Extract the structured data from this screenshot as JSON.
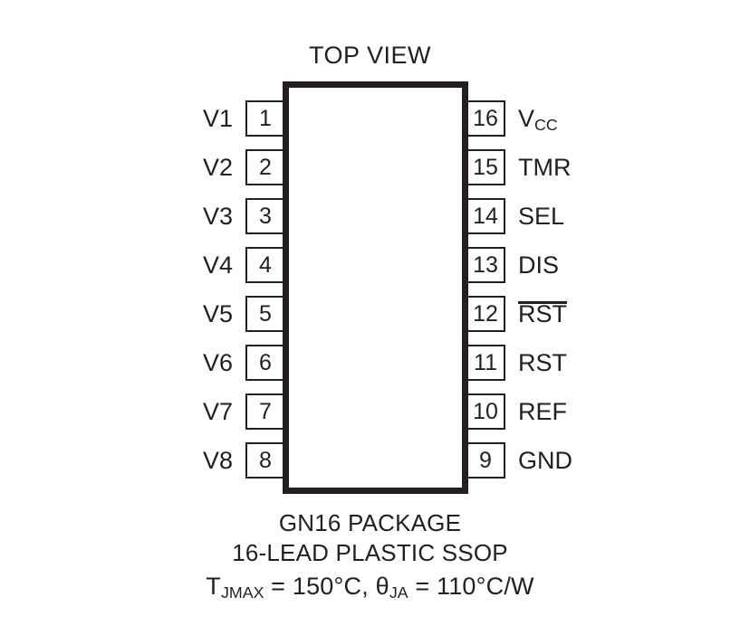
{
  "diagram": {
    "title": "TOP VIEW",
    "package_body": {
      "fill": "#ffffff",
      "stroke": "#231f20"
    },
    "left_pins": [
      {
        "number": "1",
        "label": "V1"
      },
      {
        "number": "2",
        "label": "V2"
      },
      {
        "number": "3",
        "label": "V3"
      },
      {
        "number": "4",
        "label": "V4"
      },
      {
        "number": "5",
        "label": "V5"
      },
      {
        "number": "6",
        "label": "V6"
      },
      {
        "number": "7",
        "label": "V7"
      },
      {
        "number": "8",
        "label": "V8"
      }
    ],
    "right_pins": [
      {
        "number": "16",
        "label": "VCC",
        "label_base": "V",
        "label_sub": "CC",
        "overline": false
      },
      {
        "number": "15",
        "label": "TMR",
        "overline": false
      },
      {
        "number": "14",
        "label": "SEL",
        "overline": false
      },
      {
        "number": "13",
        "label": "DIS",
        "overline": false
      },
      {
        "number": "12",
        "label": "RST",
        "overline": true
      },
      {
        "number": "11",
        "label": "RST",
        "overline": false
      },
      {
        "number": "10",
        "label": "REF",
        "overline": false
      },
      {
        "number": "9",
        "label": "GND",
        "overline": false
      }
    ],
    "caption": {
      "package_name": "GN16 PACKAGE",
      "package_type": "16-LEAD PLASTIC SSOP",
      "thermal_tj_symbol": "T",
      "thermal_tj_sub": "JMAX",
      "thermal_tj_value": " = 150°C, ",
      "thermal_theta_symbol": "θ",
      "thermal_theta_sub": "JA",
      "thermal_theta_value": " = 110°C/W"
    }
  }
}
